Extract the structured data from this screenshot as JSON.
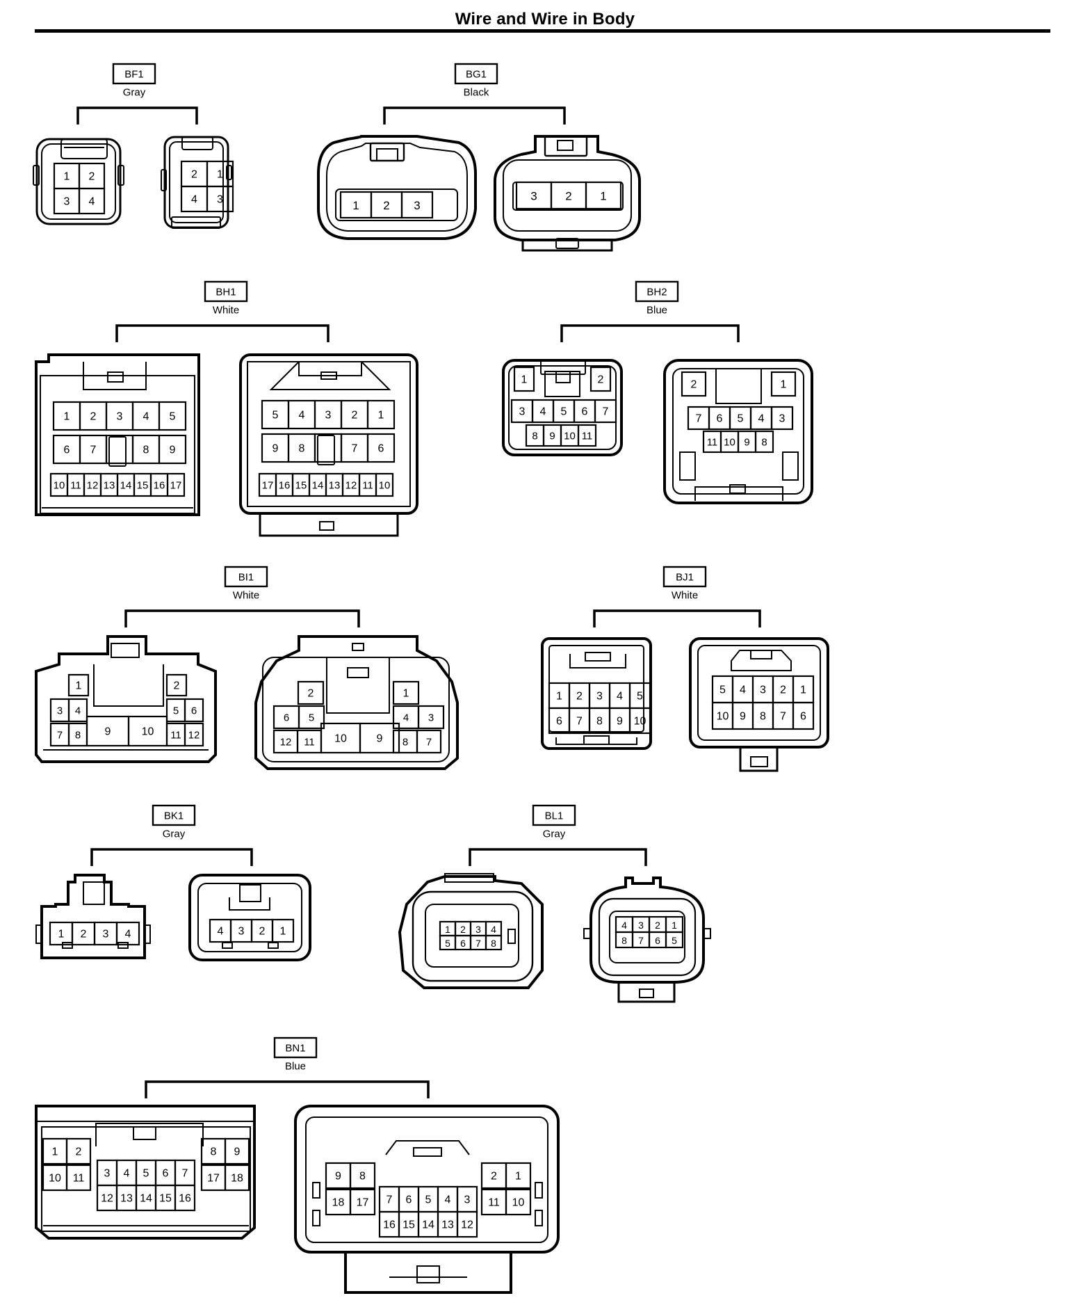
{
  "page": {
    "title": "Wire and Wire in Body",
    "colors": {
      "line": "#000000",
      "paper": "#ffffff"
    }
  },
  "connectors": [
    {
      "id": "BF1",
      "color": "Gray",
      "views": [
        {
          "pins": [
            [
              "1",
              "2"
            ],
            [
              "3",
              "4"
            ]
          ]
        },
        {
          "pins": [
            [
              "2",
              "1"
            ],
            [
              "4",
              "3"
            ]
          ]
        }
      ]
    },
    {
      "id": "BG1",
      "color": "Black",
      "views": [
        {
          "pins": [
            [
              "1",
              "2",
              "3"
            ]
          ]
        },
        {
          "pins": [
            [
              "3",
              "2",
              "1"
            ]
          ]
        }
      ]
    },
    {
      "id": "BH1",
      "color": "White",
      "views": [
        {
          "pins": [
            [
              "1",
              "2",
              "3",
              "4",
              "5"
            ],
            [
              "6",
              "7",
              "",
              "8",
              "9"
            ],
            [
              "10",
              "11",
              "12",
              "13",
              "14",
              "15",
              "16",
              "17"
            ]
          ]
        },
        {
          "pins": [
            [
              "5",
              "4",
              "3",
              "2",
              "1"
            ],
            [
              "9",
              "8",
              "",
              "7",
              "6"
            ],
            [
              "17",
              "16",
              "15",
              "14",
              "13",
              "12",
              "11",
              "10"
            ]
          ]
        }
      ]
    },
    {
      "id": "BH2",
      "color": "Blue",
      "views": [
        {
          "pins": [
            [
              "1",
              "2"
            ],
            [
              "3",
              "4",
              "5",
              "6",
              "7"
            ],
            [
              "8",
              "9",
              "10",
              "11"
            ]
          ]
        },
        {
          "pins": [
            [
              "2",
              "1"
            ],
            [
              "7",
              "6",
              "5",
              "4",
              "3"
            ],
            [
              "11",
              "10",
              "9",
              "8"
            ]
          ]
        }
      ]
    },
    {
      "id": "BI1",
      "color": "White",
      "views": [
        {
          "pins": [
            [
              "1",
              "2"
            ],
            [
              "3",
              "4",
              "5",
              "6"
            ],
            [
              "7",
              "8",
              "9",
              "10",
              "11",
              "12"
            ]
          ]
        },
        {
          "pins": [
            [
              "2",
              "1"
            ],
            [
              "6",
              "5",
              "4",
              "3"
            ],
            [
              "12",
              "11",
              "10",
              "9",
              "8",
              "7"
            ]
          ]
        }
      ]
    },
    {
      "id": "BJ1",
      "color": "White",
      "views": [
        {
          "pins": [
            [
              "1",
              "2",
              "3",
              "4",
              "5"
            ],
            [
              "6",
              "7",
              "8",
              "9",
              "10"
            ]
          ]
        },
        {
          "pins": [
            [
              "5",
              "4",
              "3",
              "2",
              "1"
            ],
            [
              "10",
              "9",
              "8",
              "7",
              "6"
            ]
          ]
        }
      ]
    },
    {
      "id": "BK1",
      "color": "Gray",
      "views": [
        {
          "pins": [
            [
              "1",
              "2",
              "3",
              "4"
            ]
          ]
        },
        {
          "pins": [
            [
              "4",
              "3",
              "2",
              "1"
            ]
          ]
        }
      ]
    },
    {
      "id": "BL1",
      "color": "Gray",
      "views": [
        {
          "pins": [
            [
              "1",
              "2",
              "3",
              "4"
            ],
            [
              "5",
              "6",
              "7",
              "8"
            ]
          ]
        },
        {
          "pins": [
            [
              "4",
              "3",
              "2",
              "1"
            ],
            [
              "8",
              "7",
              "6",
              "5"
            ]
          ]
        }
      ]
    },
    {
      "id": "BN1",
      "color": "Blue",
      "views": [
        {
          "pins": [
            [
              "1",
              "2",
              "8",
              "9"
            ],
            [
              "10",
              "11",
              "17",
              "18"
            ],
            [
              "3",
              "4",
              "5",
              "6",
              "7"
            ],
            [
              "12",
              "13",
              "14",
              "15",
              "16"
            ]
          ]
        },
        {
          "pins": [
            [
              "9",
              "8",
              "2",
              "1"
            ],
            [
              "18",
              "17",
              "11",
              "10"
            ],
            [
              "7",
              "6",
              "5",
              "4",
              "3"
            ],
            [
              "16",
              "15",
              "14",
              "13",
              "12"
            ]
          ]
        }
      ]
    }
  ]
}
